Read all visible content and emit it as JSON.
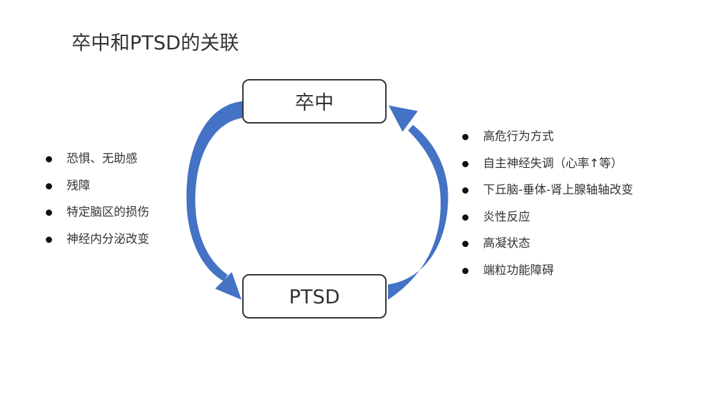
{
  "title": "卒中和PTSD的关联",
  "nodes": {
    "top": "卒中",
    "bottom": "PTSD"
  },
  "left_list": [
    "恐惧、无助感",
    "残障",
    "特定脑区的损伤",
    "神经内分泌改变"
  ],
  "right_list": [
    "高危行为方式",
    "自主神经失调（心率↑等）",
    "下丘脑-垂体-肾上腺轴轴改变",
    "炎性反应",
    "高凝状态",
    "端粒功能障碍"
  ],
  "colors": {
    "arrow": "#4472C4"
  }
}
